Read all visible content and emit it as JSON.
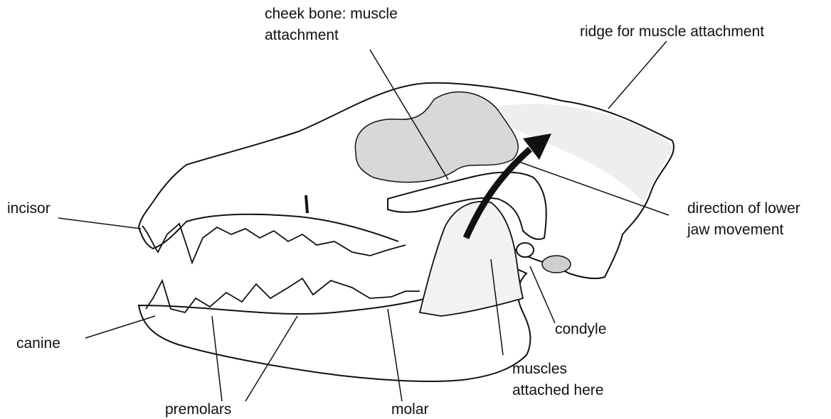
{
  "labels": {
    "cheek_bone": "cheek bone: muscle",
    "cheek_bone_2": "attachment",
    "ridge": "ridge for muscle attachment",
    "incisor": "incisor",
    "direction": "direction of lower",
    "direction_2": "jaw movement",
    "canine": "canine",
    "condyle": "condyle",
    "muscles": "muscles",
    "muscles_2": "attached here",
    "premolars": "premolars",
    "molar": "molar"
  },
  "colors": {
    "ink": "#111111",
    "paper": "#ffffff"
  }
}
